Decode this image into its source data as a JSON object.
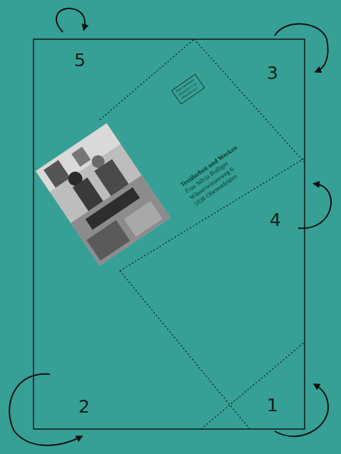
{
  "diagram": {
    "labels": [
      "5",
      "Bitte frankieren",
      "Affranchir s.v.p.",
      "Affrancare p.f.",
      "3",
      "Textilarbeit und Werken",
      "Frau Silvia Bolliger",
      "Wässerwiesenweg 6",
      "5036 Oberentfelden",
      "4",
      "2",
      "1"
    ]
  }
}
